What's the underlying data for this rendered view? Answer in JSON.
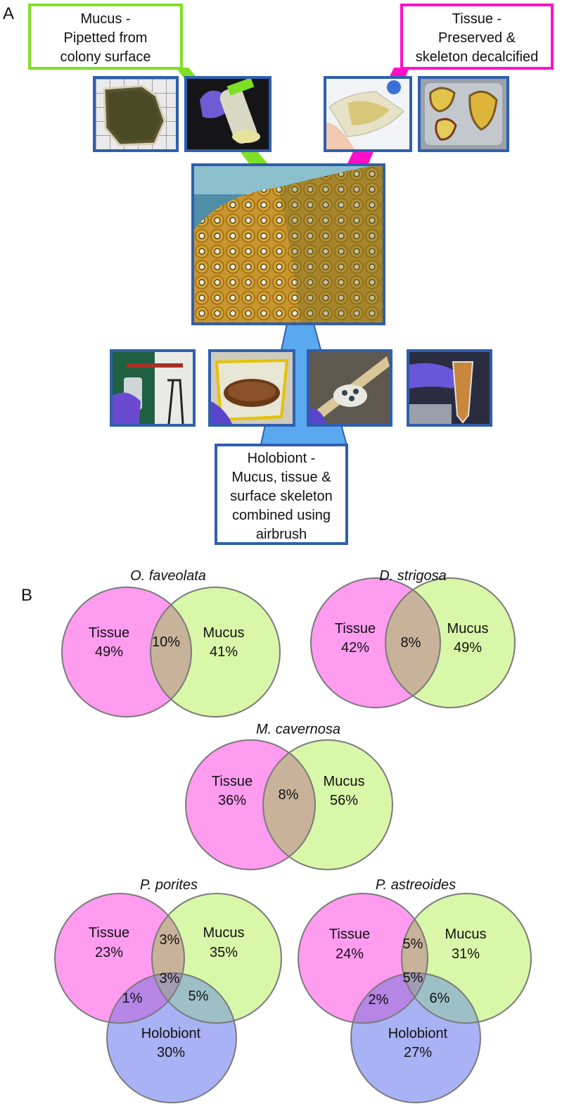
{
  "panel_a": {
    "letter": "A",
    "mucus_label": [
      "Mucus -",
      "Pipetted from",
      "colony surface"
    ],
    "tissue_label": [
      "Tissue -",
      "Preserved &",
      "skeleton decalcified"
    ],
    "holobiont_label": [
      "Holobiont -",
      "Mucus, tissue &",
      "surface skeleton",
      "combined using",
      "airbrush"
    ],
    "colors": {
      "mucus_accent": "#7ee025",
      "tissue_accent": "#ff10c8",
      "holobiont_accent": "#5aa9f0",
      "photo_border": "#2f5fae"
    }
  },
  "panel_b": {
    "letter": "B",
    "colors": {
      "tissue": "#ff9cf0",
      "mucus": "#d8f7a8",
      "holobiont": "#a8b2f5",
      "overlap_tm": "#c9b29a",
      "overlap_th": "#b685e6",
      "overlap_mh": "#9dc0c6",
      "overlap_all": "#a39db4",
      "stroke": "#7a7a7a"
    },
    "venns": [
      {
        "species": "O. faveolata",
        "tissue": "Tissue",
        "tissue_pct": "49%",
        "mucus": "Mucus",
        "mucus_pct": "41%",
        "overlap": "10%"
      },
      {
        "species": "D. strigosa",
        "tissue": "Tissue",
        "tissue_pct": "42%",
        "mucus": "Mucus",
        "mucus_pct": "49%",
        "overlap": "8%"
      },
      {
        "species": "M. cavernosa",
        "tissue": "Tissue",
        "tissue_pct": "36%",
        "mucus": "Mucus",
        "mucus_pct": "56%",
        "overlap": "8%"
      },
      {
        "species": "P. porites",
        "tissue": "Tissue",
        "tissue_pct": "23%",
        "mucus": "Mucus",
        "mucus_pct": "35%",
        "holobiont": "Holobiont",
        "holobiont_pct": "30%",
        "tm": "3%",
        "th": "1%",
        "mh": "5%",
        "all": "3%"
      },
      {
        "species": "P. astreoides",
        "tissue": "Tissue",
        "tissue_pct": "24%",
        "mucus": "Mucus",
        "mucus_pct": "31%",
        "holobiont": "Holobiont",
        "holobiont_pct": "27%",
        "tm": "5%",
        "th": "2%",
        "mh": "6%",
        "all": "5%"
      }
    ]
  }
}
